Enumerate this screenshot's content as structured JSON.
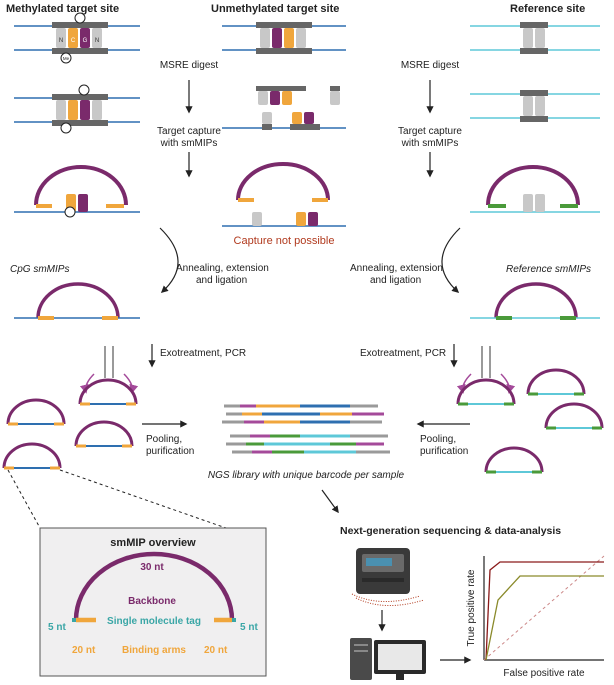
{
  "columns": {
    "methylated": "Methylated target site",
    "unmethylated": "Unmethylated target site",
    "reference": "Reference site"
  },
  "steps": {
    "msre_digest": "MSRE digest",
    "target_capture_1": "Target capture",
    "target_capture_2": "with smMIPs",
    "capture_not_possible": "Capture not possible",
    "annealing_1": "Annealing, extension",
    "annealing_2": "and ligation",
    "exotreatment": "Exotreatment, PCR",
    "pooling_1": "Pooling,",
    "pooling_2": "purification",
    "ngs_library": "NGS library with unique barcode per sample",
    "next_gen": "Next-generation sequencing & data-analysis"
  },
  "labels": {
    "cpg_smmips": "CpG smMIPs",
    "reference_smmips": "Reference smMIPs"
  },
  "nucleotides": {
    "c": "C",
    "g": "G",
    "n": "N",
    "me": "Me"
  },
  "overview": {
    "title": "smMIP overview",
    "backbone_nt": "30 nt",
    "backbone": "Backbone",
    "tag_nt": "5 nt",
    "tag": "Single molecule tag",
    "arm_nt": "20 nt",
    "arms": "Binding arms"
  },
  "roc": {
    "ylabel": "True positive rate",
    "xlabel": "False positive rate"
  },
  "colors": {
    "purple": "#7a2a6b",
    "orange": "#f0a63c",
    "blue": "#2e6fb0",
    "light_blue": "#5ec8d8",
    "green": "#4a9a3a",
    "teal": "#3aa6a6",
    "gray": "#9a9a9a",
    "red": "#b13a1e"
  }
}
